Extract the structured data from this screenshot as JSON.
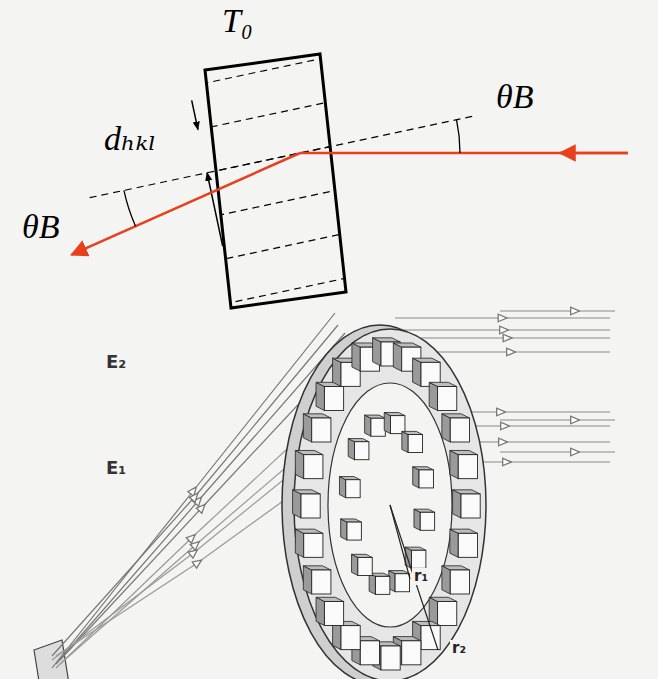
{
  "diagram": {
    "labels": [
      "T₀",
      "dₕₖₗ",
      "θB",
      "θB",
      "E₂",
      "E₁",
      "r₁",
      "r₂"
    ]
  }
}
